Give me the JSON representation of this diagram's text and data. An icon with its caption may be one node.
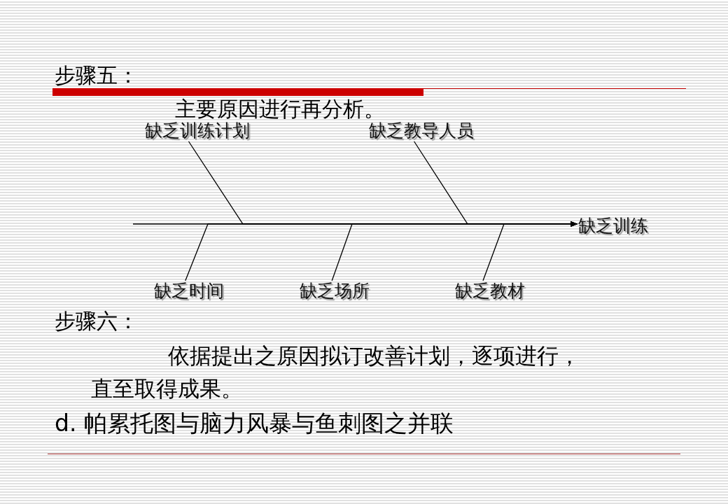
{
  "diagram": {
    "nodes": [
      {
        "text": [
          "缺乏训练计划"
        ]
      },
      {
        "text": [
          "缺乏教导人员"
        ]
      },
      {
        "text": [
          "缺乏训练"
        ]
      },
      {
        "text": [
          "缺乏时间"
        ]
      },
      {
        "text": [
          "缺乏场所"
        ]
      },
      {
        "text": [
          "缺乏教材"
        ]
      }
    ],
    "edges": [
      {
        "from": null,
        "to": 2,
        "arrow": "to"
      },
      {
        "from": 0,
        "to": 2,
        "arrow": "to"
      },
      {
        "from": 1,
        "to": 2,
        "arrow": "to"
      },
      {
        "from": 3,
        "to": 2,
        "arrow": "to"
      },
      {
        "from": 4,
        "to": 2,
        "arrow": "to"
      },
      {
        "from": 5,
        "to": 2,
        "arrow": "to"
      }
    ],
    "labels": [
      "步骤五：",
      "主要原因进行再分析。",
      "步骤六：",
      "依据提出之原因拟订改善计划，逐项进行，直至取得成果。",
      "d. 帕累托图与脑力风暴与鱼刺图之并联"
    ]
  }
}
